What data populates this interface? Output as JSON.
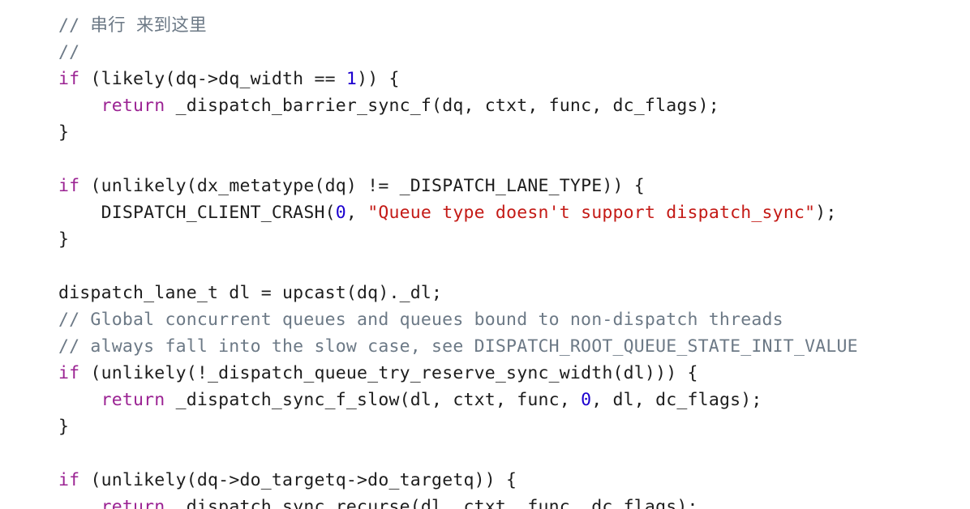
{
  "editor": {
    "colors": {
      "background": "#ffffff",
      "plain": "#1d1d1d",
      "keyword": "#9b2393",
      "comment": "#6c7986",
      "string": "#c41a16",
      "number": "#1c00cf"
    },
    "lines": [
      [
        {
          "t": "comment",
          "v": "// 串行 来到这里"
        }
      ],
      [
        {
          "t": "comment",
          "v": "//"
        }
      ],
      [
        {
          "t": "keyword",
          "v": "if"
        },
        {
          "t": "plain",
          "v": " (likely(dq->dq_width == "
        },
        {
          "t": "number",
          "v": "1"
        },
        {
          "t": "plain",
          "v": ")) {"
        }
      ],
      [
        {
          "t": "plain",
          "v": "    "
        },
        {
          "t": "keyword",
          "v": "return"
        },
        {
          "t": "plain",
          "v": " _dispatch_barrier_sync_f(dq, ctxt, func, dc_flags);"
        }
      ],
      [
        {
          "t": "plain",
          "v": "}"
        }
      ],
      [],
      [
        {
          "t": "keyword",
          "v": "if"
        },
        {
          "t": "plain",
          "v": " (unlikely(dx_metatype(dq) != _DISPATCH_LANE_TYPE)) {"
        }
      ],
      [
        {
          "t": "plain",
          "v": "    DISPATCH_CLIENT_CRASH("
        },
        {
          "t": "number",
          "v": "0"
        },
        {
          "t": "plain",
          "v": ", "
        },
        {
          "t": "string",
          "v": "\"Queue type doesn't support dispatch_sync\""
        },
        {
          "t": "plain",
          "v": ");"
        }
      ],
      [
        {
          "t": "plain",
          "v": "}"
        }
      ],
      [],
      [
        {
          "t": "plain",
          "v": "dispatch_lane_t dl = upcast(dq)._dl;"
        }
      ],
      [
        {
          "t": "comment",
          "v": "// Global concurrent queues and queues bound to non-dispatch threads"
        }
      ],
      [
        {
          "t": "comment",
          "v": "// always fall into the slow case, see DISPATCH_ROOT_QUEUE_STATE_INIT_VALUE"
        }
      ],
      [
        {
          "t": "keyword",
          "v": "if"
        },
        {
          "t": "plain",
          "v": " (unlikely(!_dispatch_queue_try_reserve_sync_width(dl))) {"
        }
      ],
      [
        {
          "t": "plain",
          "v": "    "
        },
        {
          "t": "keyword",
          "v": "return"
        },
        {
          "t": "plain",
          "v": " _dispatch_sync_f_slow(dl, ctxt, func, "
        },
        {
          "t": "number",
          "v": "0"
        },
        {
          "t": "plain",
          "v": ", dl, dc_flags);"
        }
      ],
      [
        {
          "t": "plain",
          "v": "}"
        }
      ],
      [],
      [
        {
          "t": "keyword",
          "v": "if"
        },
        {
          "t": "plain",
          "v": " (unlikely(dq->do_targetq->do_targetq)) {"
        }
      ],
      [
        {
          "t": "plain",
          "v": "    "
        },
        {
          "t": "keyword",
          "v": "return"
        },
        {
          "t": "plain",
          "v": " _dispatch_sync_recurse(dl, ctxt, func, dc_flags);"
        }
      ]
    ]
  }
}
